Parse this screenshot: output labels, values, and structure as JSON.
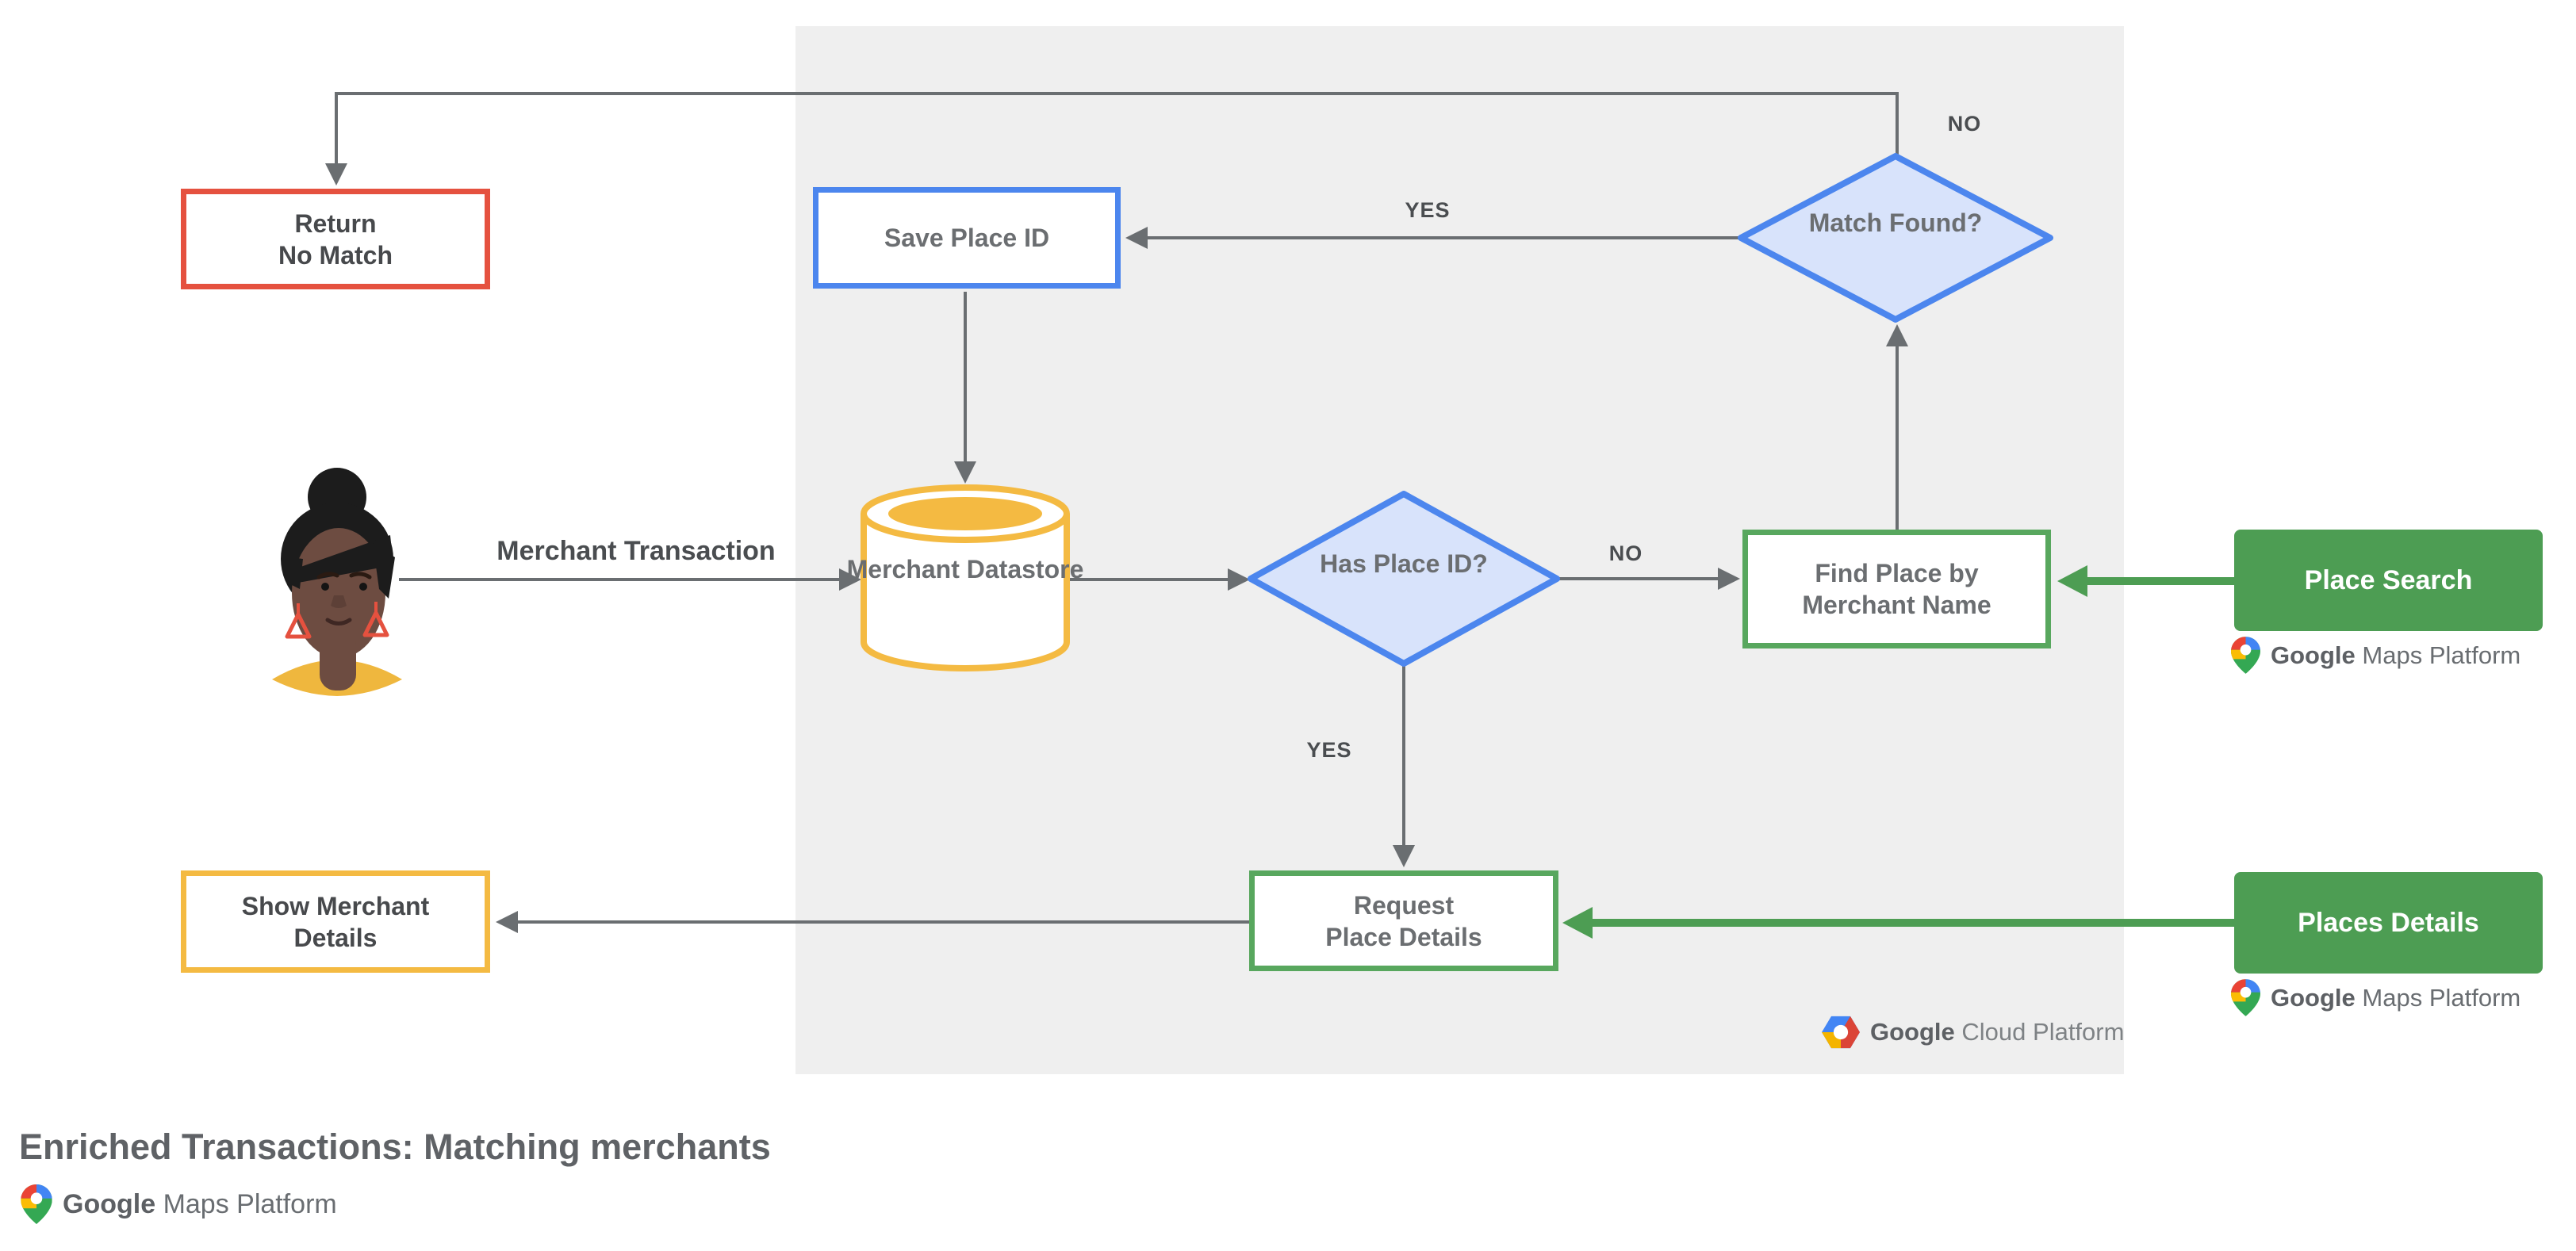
{
  "title": "Enriched Transactions: Matching merchants",
  "colors": {
    "panel_bg": "#EFEFEF",
    "line_gray": "#6A6E71",
    "red_border": "#E5513F",
    "blue_border": "#4C86EE",
    "blue_fill": "#D8E3FB",
    "yellow_border": "#F4BA42",
    "green_fill": "#4D9D53",
    "green_border": "#58A75E",
    "text_dark": "#47494C",
    "text_gray": "#6B6E71",
    "text_white": "#FFFFFF"
  },
  "nodes": {
    "return_no_match": {
      "line1": "Return",
      "line2": "No Match"
    },
    "save_place_id": {
      "label": "Save Place ID"
    },
    "match_found": {
      "line1": "Match",
      "line2": "Found?"
    },
    "merchant_datastore": {
      "line1": "Merchant",
      "line2": "Datastore"
    },
    "has_place_id": {
      "line1": "Has",
      "line2": "Place ID?"
    },
    "find_place_by_merchant_name": {
      "line1": "Find Place by",
      "line2": "Merchant Name"
    },
    "request_place_details": {
      "line1": "Request",
      "line2": "Place Details"
    },
    "show_merchant_details": {
      "line1": "Show Merchant",
      "line2": "Details"
    },
    "place_search": {
      "label": "Place Search"
    },
    "places_details": {
      "label": "Places Details"
    }
  },
  "edge_labels": {
    "merchant_transaction": "Merchant Transaction",
    "match_found_yes": "YES",
    "match_found_no": "NO",
    "has_place_id_no": "NO",
    "has_place_id_yes": "YES"
  },
  "logos": {
    "google_cloud_platform": {
      "brand": "Google",
      "product": "Cloud Platform"
    },
    "google_maps_platform": {
      "brand": "Google",
      "product": "Maps Platform"
    }
  },
  "icons": {
    "maps_pin": "google-maps-pin-icon",
    "cloud_hexagon": "google-cloud-hexagon-icon",
    "customer": "customer-avatar"
  }
}
